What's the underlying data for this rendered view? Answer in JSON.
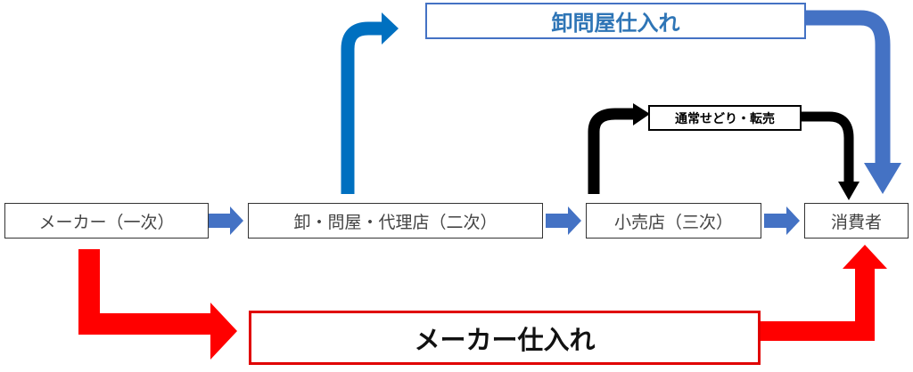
{
  "nodes": {
    "maker": "メーカー（一次）",
    "wholesale": "卸・問屋・代理店（二次）",
    "retail": "小売店（三次）",
    "consumer": "消費者"
  },
  "routes": {
    "wholesale": "卸問屋仕入れ",
    "resale": "通常せどり・転売",
    "maker": "メーカー仕入れ"
  },
  "colors": {
    "blue_flow": "#4472c4",
    "blue_up": "#0070c0",
    "red": "#ff0000",
    "black": "#000000"
  }
}
